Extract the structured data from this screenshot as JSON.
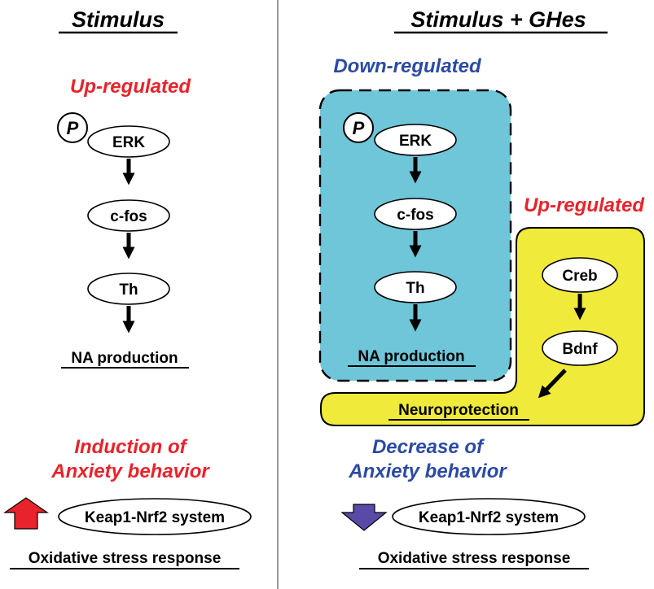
{
  "colors": {
    "red": "#e8232b",
    "blue": "#2b4aa5",
    "cyan_box": "#6ec6d8",
    "yellow_box": "#f0ea3a",
    "up_arrow": "#e8232b",
    "down_arrow": "#5a4aa8",
    "divider": "#9a9a9a"
  },
  "left": {
    "title": "Stimulus",
    "status": "Up-regulated",
    "phospho": "P",
    "nodes": [
      "ERK",
      "c-fos",
      "Th"
    ],
    "output": "NA production",
    "effect_line1": "Induction of",
    "effect_line2": "Anxiety behavior",
    "system": "Keap1-Nrf2 system",
    "response": "Oxidative stress response",
    "arrow_icon": "up-arrow-icon"
  },
  "right": {
    "title": "Stimulus + GHes",
    "status_down": "Down-regulated",
    "status_up": "Up-regulated",
    "phospho": "P",
    "nodes": [
      "ERK",
      "c-fos",
      "Th"
    ],
    "output": "NA production",
    "up_nodes": [
      "Creb",
      "Bdnf"
    ],
    "neuro": "Neuroprotection",
    "effect_line1": "Decrease of",
    "effect_line2": "Anxiety behavior",
    "system": "Keap1-Nrf2 system",
    "response": "Oxidative stress response",
    "arrow_icon": "down-arrow-icon"
  }
}
